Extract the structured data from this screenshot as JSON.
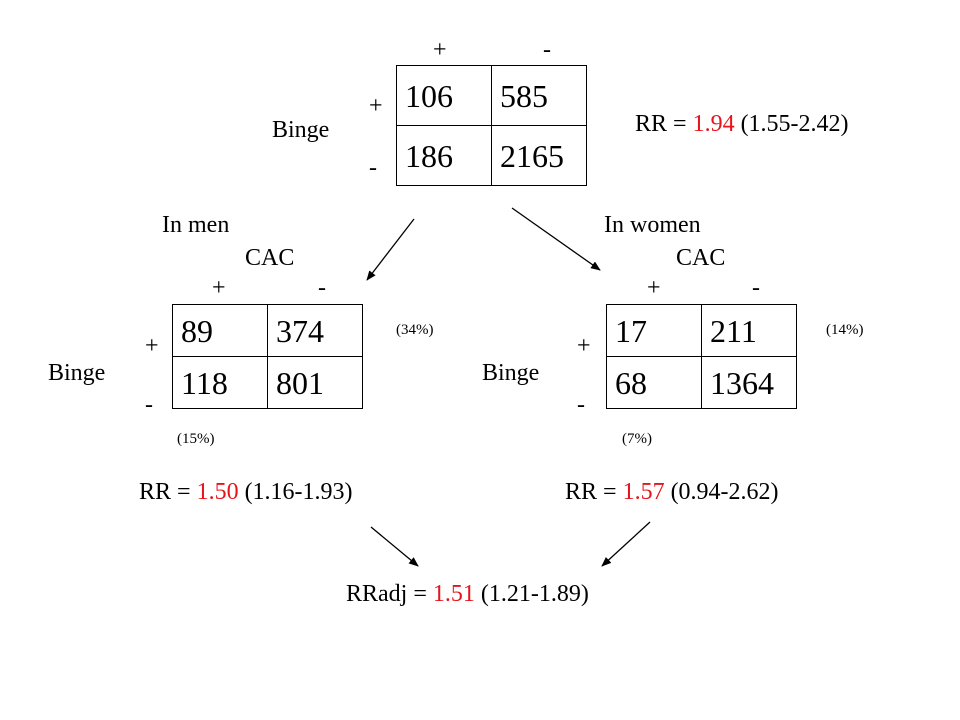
{
  "top": {
    "col_plus": "+",
    "col_minus": "-",
    "row_label": "Binge",
    "row_plus": "+",
    "row_minus": "-",
    "cells": [
      "106",
      "585",
      "186",
      "2165"
    ],
    "rr": {
      "prefix": "RR = ",
      "value": "1.94",
      "ci": " (1.55-2.42)"
    }
  },
  "men": {
    "title": "In men",
    "col_title": "CAC",
    "col_plus": "+",
    "col_minus": "-",
    "row_label": "Binge",
    "row_plus": "+",
    "row_minus": "-",
    "cells": [
      "89",
      "374",
      "118",
      "801"
    ],
    "pct_right": "(34%)",
    "pct_bottom": "(15%)",
    "rr": {
      "prefix": "RR = ",
      "value": "1.50",
      "ci": " (1.16-1.93)"
    }
  },
  "women": {
    "title": "In women",
    "col_title": "CAC",
    "col_plus": "+",
    "col_minus": "-",
    "row_label": "Binge",
    "row_plus": "+",
    "row_minus": "-",
    "cells": [
      "17",
      "211",
      "68",
      "1364"
    ],
    "pct_right": "(14%)",
    "pct_bottom": "(7%)",
    "rr": {
      "prefix": "RR = ",
      "value": "1.57",
      "ci": " (0.94-2.62)"
    }
  },
  "adjusted": {
    "prefix": "RRadj = ",
    "value": "1.51",
    "ci": " (1.21-1.89)"
  },
  "colors": {
    "highlight": "#e8141b",
    "text": "#000000"
  }
}
